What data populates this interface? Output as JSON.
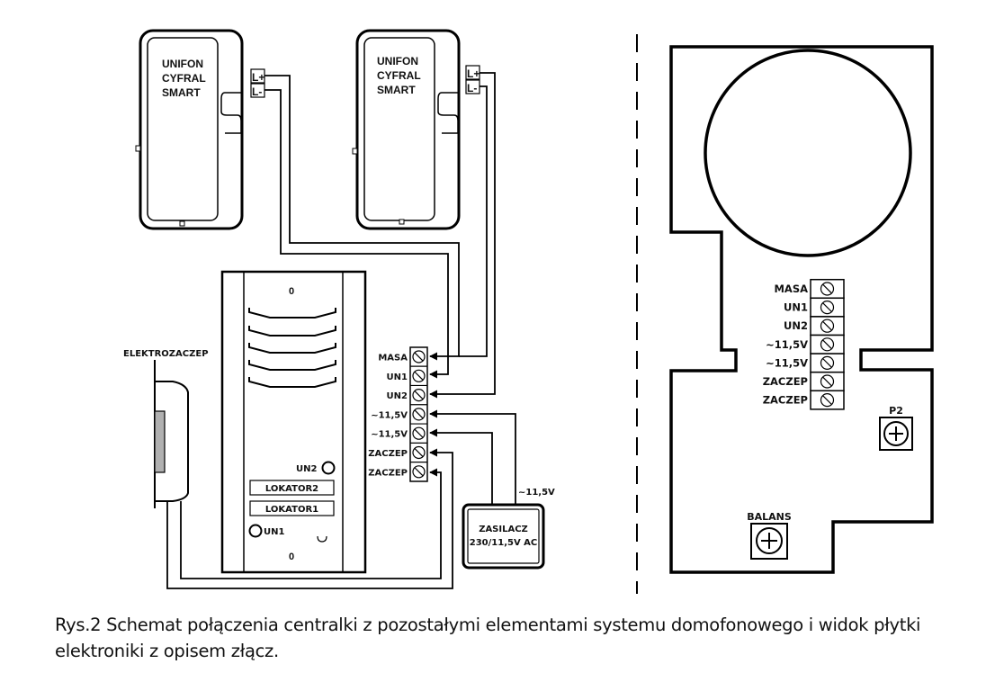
{
  "handsets": [
    {
      "name": "handset-1",
      "model_lines": [
        "UNIFON",
        "CYFRAL",
        "SMART"
      ],
      "terminals": [
        "L+",
        "L-"
      ]
    },
    {
      "name": "handset-2",
      "model_lines": [
        "UNIFON",
        "CYFRAL",
        "SMART"
      ],
      "terminals": [
        "L+",
        "L-"
      ]
    }
  ],
  "door_panel": {
    "top_marker": "0",
    "bottom_marker": "0",
    "button_un2": "UN2",
    "button_un1": "UN1",
    "nameplates": [
      "LOKATOR2",
      "LOKATOR1"
    ]
  },
  "door_strike": {
    "label": "ELEKTROZACZEP"
  },
  "panel_terminals": [
    "MASA",
    "UN1",
    "UN2",
    "~11,5V",
    "~11,5V",
    "ZACZEP",
    "ZACZEP"
  ],
  "power_supply": {
    "line1": "ZASILACZ",
    "line2": "230/11,5V AC",
    "output_label": "~11,5V"
  },
  "pcb": {
    "terminals": [
      "MASA",
      "UN1",
      "UN2",
      "~11,5V",
      "~11,5V",
      "ZACZEP",
      "ZACZEP"
    ],
    "pot_p2": "P2",
    "pot_balans": "BALANS"
  },
  "caption": "Rys.2 Schemat  połączenia centralki z pozostałymi elementami systemu domofonowego i widok płytki elektroniki z opisem złącz."
}
